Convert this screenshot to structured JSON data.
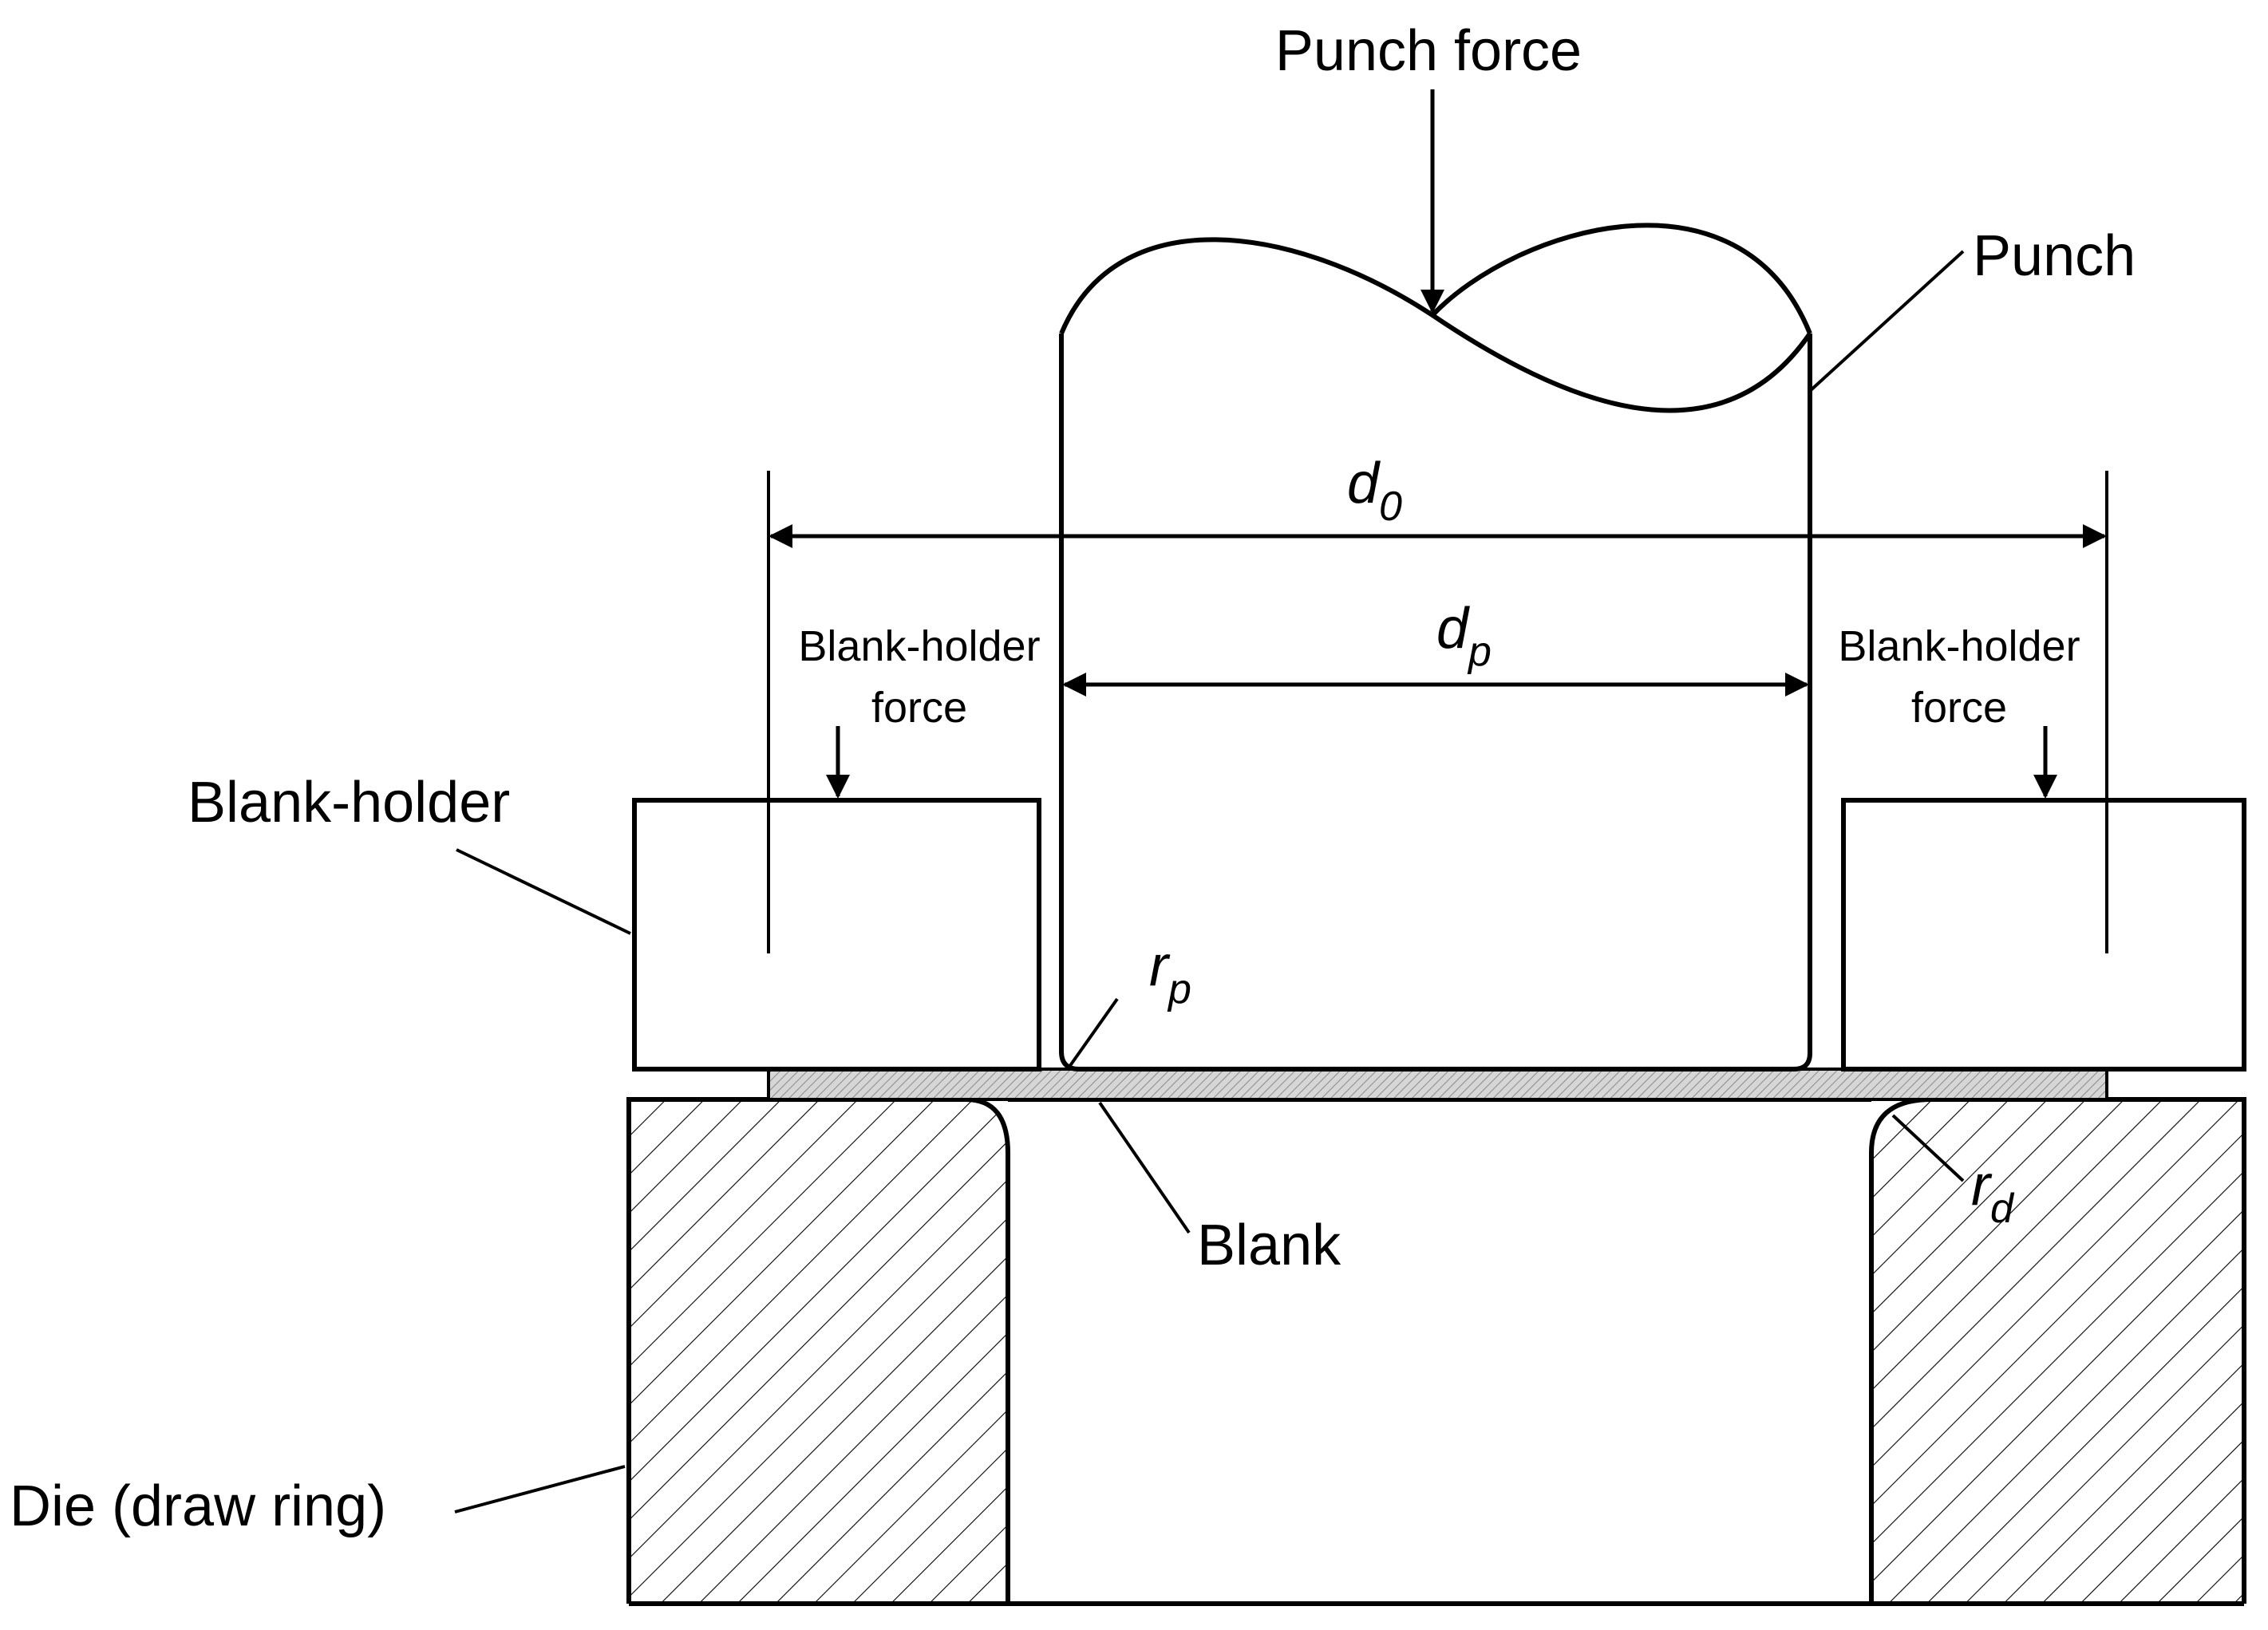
{
  "labels": {
    "punch_force": "Punch force",
    "punch": "Punch",
    "blank_holder": "Blank-holder",
    "blank_holder_force_left_line1": "Blank-holder",
    "blank_holder_force_left_line2": "force",
    "blank_holder_force_right_line1": "Blank-holder",
    "blank_holder_force_right_line2": "force",
    "blank": "Blank",
    "die": "Die (draw ring)"
  },
  "symbols": {
    "d0": {
      "base": "d",
      "sub": "0"
    },
    "dp": {
      "base": "d",
      "sub": "p"
    },
    "rp": {
      "base": "r",
      "sub": "p"
    },
    "rd": {
      "base": "r",
      "sub": "d"
    }
  }
}
